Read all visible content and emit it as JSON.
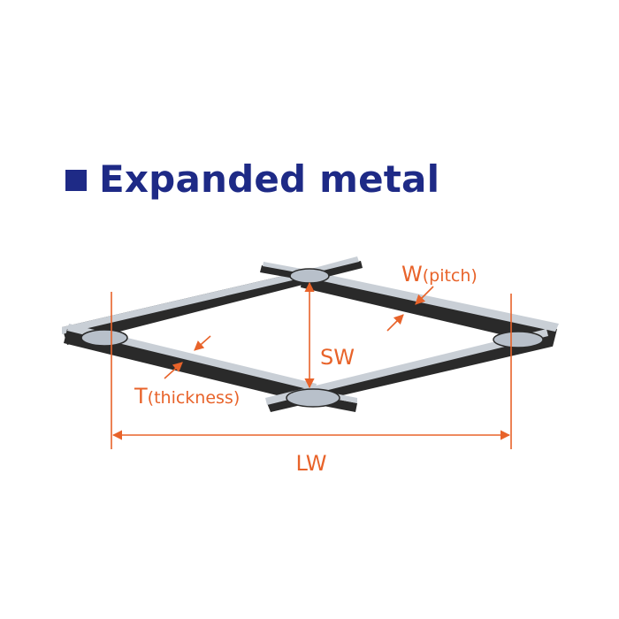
{
  "title": {
    "text": "Expanded metal",
    "color": "#1e2a86",
    "marker_icon": "square-bullet-icon"
  },
  "labels": {
    "pitch_main": "W",
    "pitch_sub": "(pitch)",
    "short_way": "SW",
    "thickness_main": "T",
    "thickness_sub": "(thickness)",
    "long_way": "LW"
  },
  "colors": {
    "dimension": "#e8632a",
    "strand_dark": "#2a2a2a",
    "strand_light": "#c9cfd6",
    "node": "#b8c0ca"
  }
}
